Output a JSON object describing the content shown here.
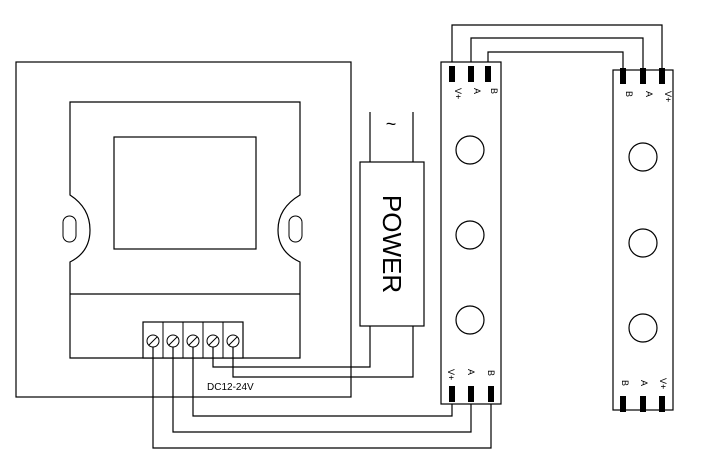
{
  "controller": {
    "terminal_label": "DC12-24V",
    "terminal_count": 5
  },
  "power_supply": {
    "label": "POWER",
    "ac_symbol": "~"
  },
  "strip_1": {
    "top_pins": [
      "V+",
      "A",
      "B"
    ],
    "bottom_pins": [
      "V+",
      "A",
      "B"
    ]
  },
  "strip_2": {
    "top_pins": [
      "B",
      "A",
      "V+"
    ],
    "bottom_pins": [
      "B",
      "A",
      "V+"
    ]
  },
  "colors": {
    "line": "#000000",
    "background": "#ffffff"
  }
}
